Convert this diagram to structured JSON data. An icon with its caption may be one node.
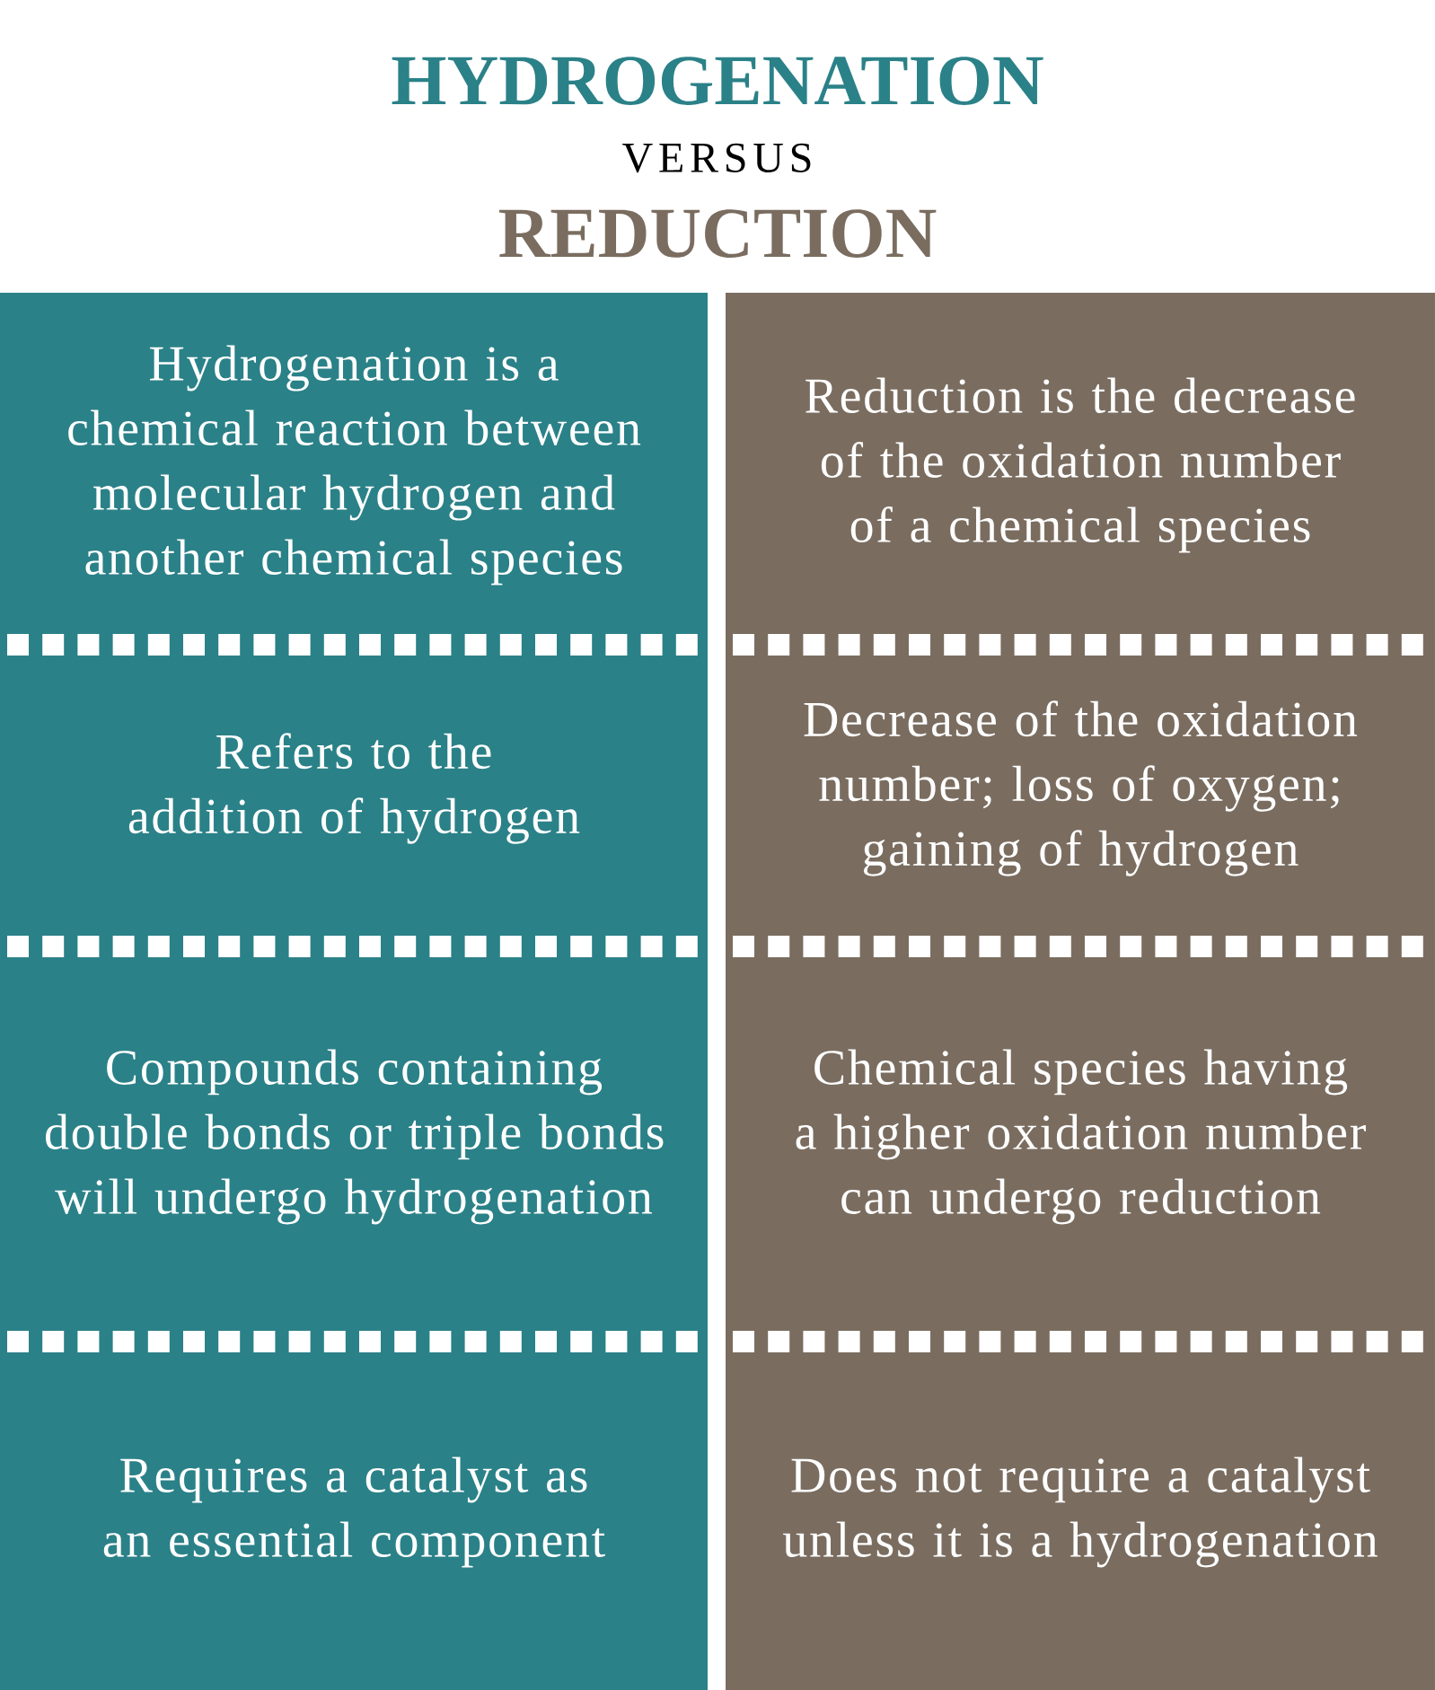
{
  "diagram": {
    "nodes": [
      {
        "text": [
          "Hydrogenation is a chemical reaction between molecular hydrogen and another chemical species"
        ]
      },
      {
        "text": [
          "Reduction is the decrease of the oxidation number of a chemical species"
        ]
      },
      {
        "text": [
          "Refers to the addition of hydrogen"
        ]
      },
      {
        "text": [
          "Decrease of the oxidation number; loss of oxygen; gaining of hydrogen"
        ]
      },
      {
        "text": [
          "Compounds containing double bonds or triple bonds will undergo hydrogenation"
        ]
      },
      {
        "text": [
          "Chemical species having a higher oxidation number can undergo reduction"
        ]
      },
      {
        "text": [
          "Requires a catalyst as an essential component"
        ]
      },
      {
        "text": [
          "Does not require a catalyst unless it is a hydrogenation"
        ]
      }
    ],
    "labels": [
      "HYDROGENATION",
      "VERSUS",
      "REDUCTION"
    ]
  }
}
